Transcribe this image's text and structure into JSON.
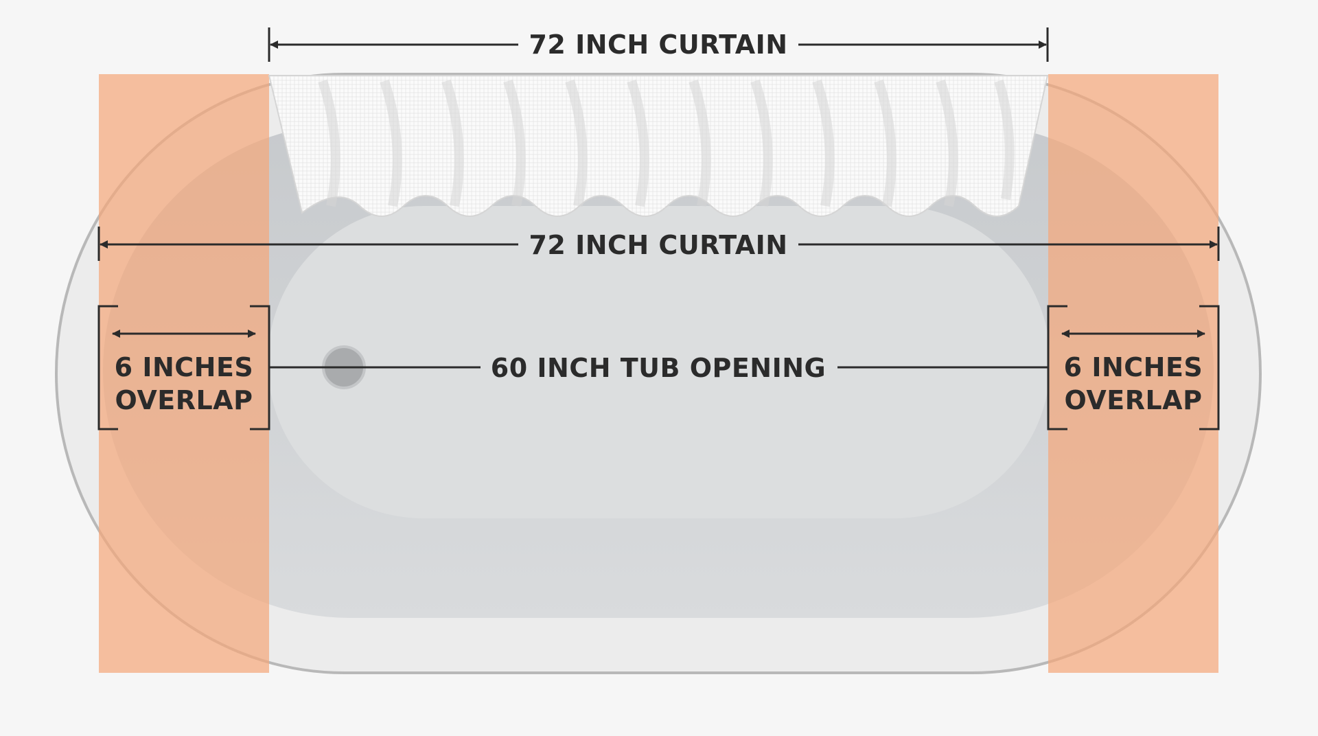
{
  "labels": {
    "top_curtain": "72 INCH CURTAIN",
    "middle_curtain": "72 INCH CURTAIN",
    "tub_opening": "60 INCH TUB OPENING",
    "left_overlap_line1": "6 INCHES",
    "left_overlap_line2": "OVERLAP",
    "right_overlap_line1": "6 INCHES",
    "right_overlap_line2": "OVERLAP"
  },
  "measurements_inches": {
    "curtain_width": 72,
    "tub_opening": 60,
    "overlap_each_side": 6
  },
  "colors": {
    "background": "#f6f6f6",
    "overlap_zone": "#f4a77c",
    "tub_rim": "#e8e8e8",
    "tub_basin": "#c9cccf",
    "curtain": "#f7f7f7",
    "dimension_line": "#2b2b2b",
    "drain": "#a9abad"
  }
}
